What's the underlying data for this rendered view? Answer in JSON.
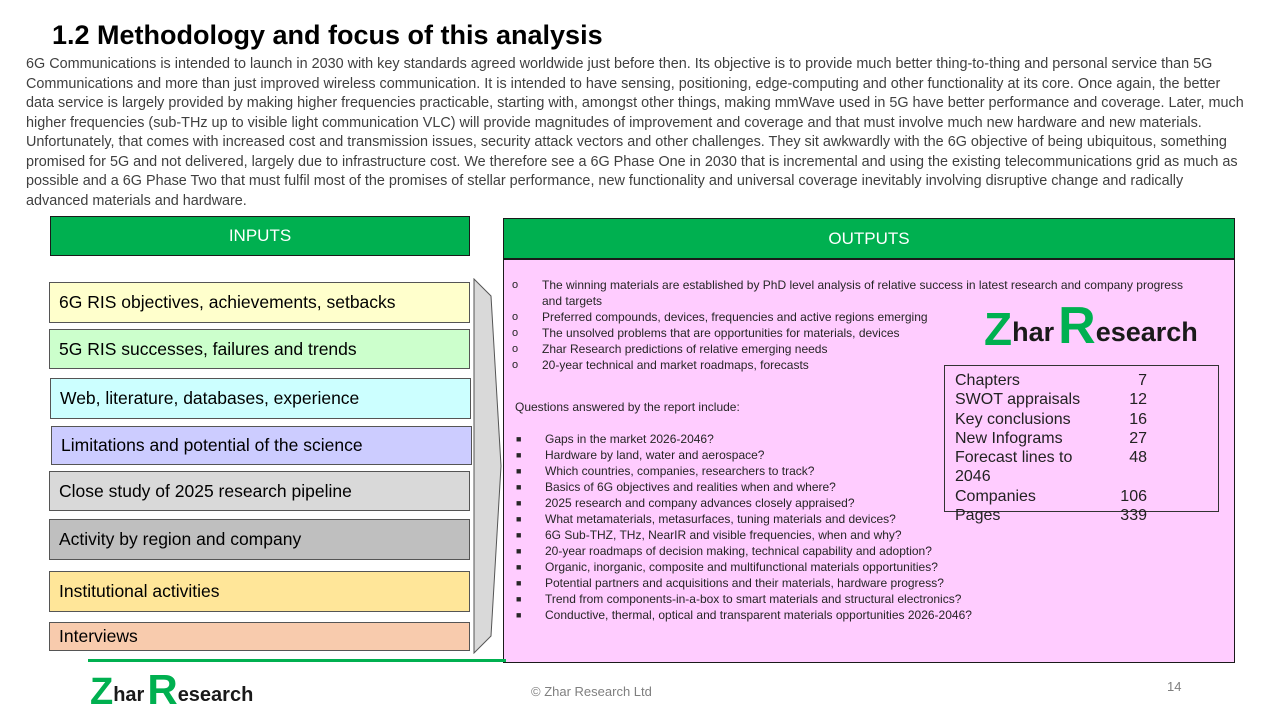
{
  "title": "1.2 Methodology and focus of this analysis",
  "intro": "6G Communications is intended to launch in 2030 with key standards agreed worldwide just before then. Its objective is to provide much better thing-to-thing and personal service than 5G Communications and more than just improved wireless communication. It is intended to have sensing, positioning, edge-computing and other functionality at its core. Once again, the better data service is largely provided by making higher frequencies practicable, starting with, amongst other things, making mmWave used in 5G have better performance and coverage. Later, much higher frequencies (sub-THz up to visible light communication VLC) will provide magnitudes of improvement and coverage and that must involve much new hardware and new materials. Unfortunately, that comes with increased cost and transmission issues, security attack vectors and other challenges. They sit awkwardly with the 6G objective of being ubiquitous, something promised for 5G and not delivered, largely due to infrastructure cost. We therefore see a 6G Phase One in 2030 that is incremental and using the existing telecommunications grid as much as possible and a 6G Phase Two that must fulfil most of the promises of stellar performance, new functionality and universal coverage inevitably involving disruptive change and radically advanced materials and hardware.",
  "inputs": {
    "header": "INPUTS",
    "items": [
      {
        "label": "6G RIS objectives, achievements, setbacks",
        "color": "#ffffcc"
      },
      {
        "label": "5G RIS successes, failures and trends",
        "color": "#ccffcc"
      },
      {
        "label": "Web, literature, databases, experience",
        "color": "#ccffff"
      },
      {
        "label": "Limitations and potential of the science",
        "color": "#ccccff"
      },
      {
        "label": "Close study of 2025 research pipeline",
        "color": "#d9d9d9"
      },
      {
        "label": "Activity by region and company",
        "color": "#bfbfbf"
      },
      {
        "label": "Institutional activities",
        "color": "#ffe699"
      },
      {
        "label": "Interviews",
        "color": "#f8cbad"
      }
    ]
  },
  "outputs": {
    "header": "OUTPUTS",
    "bullet_marker": "o",
    "list": [
      "The winning materials are established by PhD level analysis of relative success in latest research and company progress and targets",
      "Preferred compounds, devices, frequencies and active regions emerging",
      "The unsolved problems that are opportunities for materials, devices",
      "Zhar Research predictions of relative emerging needs",
      "20-year technical and market roadmaps, forecasts"
    ],
    "questions_heading": "Questions answered by the report include:",
    "question_marker": "■",
    "questions": [
      "Gaps in the market 2026-2046?",
      "Hardware by land, water and aerospace?",
      "Which countries, companies, researchers to track?",
      "Basics of 6G objectives and realities when and where?",
      "2025 research and company advances closely appraised?",
      "What metamaterials, metasurfaces, tuning materials and devices?",
      "6G Sub-THZ, THz, NearIR and visible frequencies, when and why?",
      "20-year roadmaps of decision making, technical capability and adoption?",
      "Organic, inorganic, composite and multifunctional materials opportunities?",
      "Potential partners and acquisitions and their materials, hardware  progress?",
      "Trend from components-in-a-box to smart materials and structural electronics?",
      "Conductive, thermal, optical and transparent materials opportunities 2026-2046?"
    ],
    "stats": [
      {
        "label": "Chapters",
        "value": "7"
      },
      {
        "label": "SWOT appraisals",
        "value": "12"
      },
      {
        "label": "Key conclusions",
        "value": "16"
      },
      {
        "label": "New Infograms",
        "value": "27"
      },
      {
        "label": "Forecast lines to 2046",
        "value": "48"
      },
      {
        "label": "Companies",
        "value": "106"
      },
      {
        "label": "Pages",
        "value": "339"
      }
    ]
  },
  "logo": {
    "z": "Z",
    "har": "har",
    "r": "R",
    "esearch": "esearch"
  },
  "footer": {
    "copyright": "© Zhar Research Ltd",
    "page_number": "14"
  },
  "colors": {
    "accent_green": "#00b050",
    "outputs_panel": "#ffccff",
    "text_gray": "#404040"
  }
}
